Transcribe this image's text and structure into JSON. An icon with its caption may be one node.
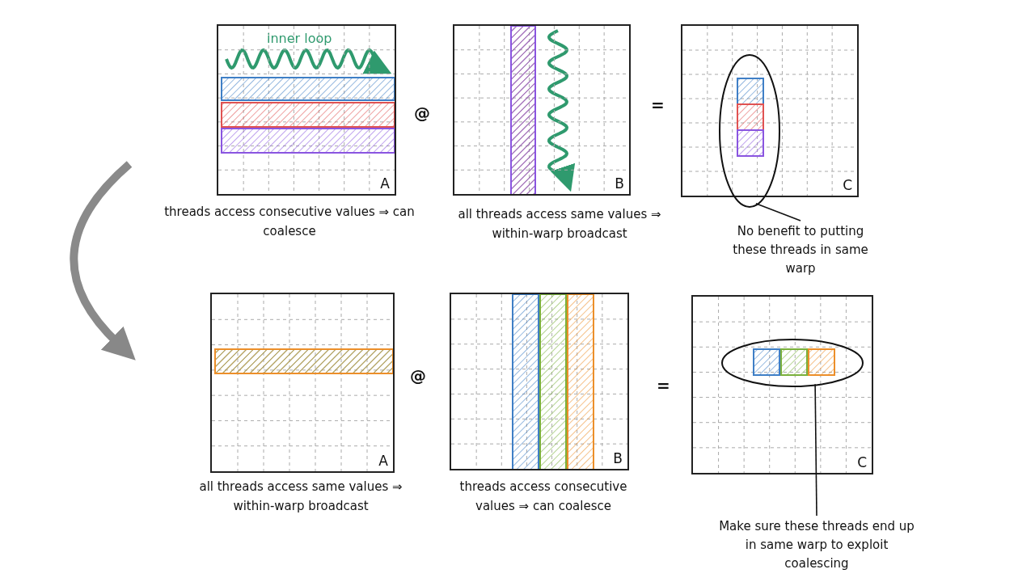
{
  "diagram": {
    "nodes": [
      {
        "text": [
          "A"
        ],
        "beside": [
          "threads access consecutive values ⇒ can coalesce"
        ]
      },
      {
        "text": [
          "B"
        ],
        "beside": [
          "all threads access same values ⇒ within-warp broadcast"
        ]
      },
      {
        "text": [
          "C"
        ]
      },
      {
        "text": [],
        "shape": "ellipse",
        "in": 2
      },
      {
        "text": [
          "No benefit to putting these threads in same warp"
        ]
      },
      {
        "text": [
          "A"
        ],
        "beside": [
          "all threads access same values ⇒ within-warp broadcast"
        ]
      },
      {
        "text": [
          "B"
        ],
        "beside": [
          "threads access consecutive values ⇒ can coalesce"
        ]
      },
      {
        "text": [
          "C"
        ]
      },
      {
        "text": [],
        "shape": "ellipse",
        "in": 7
      },
      {
        "text": [
          "Make sure these threads end up in same warp to exploit coalescing"
        ]
      }
    ],
    "edges": [
      {
        "from": 4,
        "to": 3,
        "arrow": "none"
      },
      {
        "from": 9,
        "to": 8,
        "arrow": "none"
      }
    ],
    "labels": [
      "inner loop",
      "@",
      "=",
      "@",
      "="
    ]
  }
}
